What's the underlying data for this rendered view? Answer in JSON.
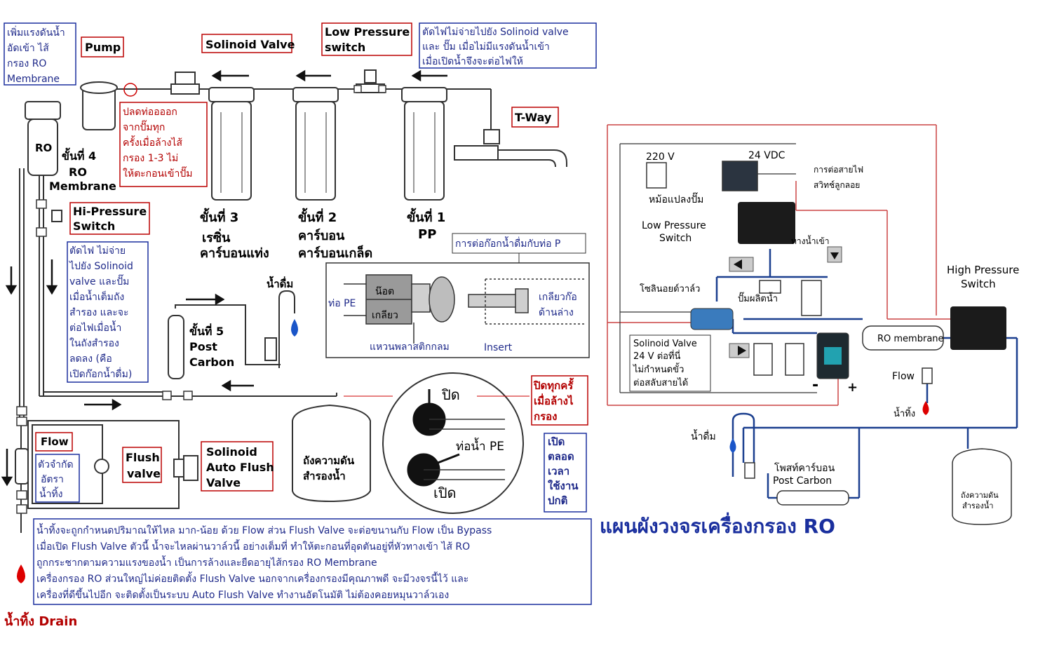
{
  "left_diagram": {
    "boost_note": [
      "เพิ่มแรงดันน้ำ",
      "อัดเข้า ไส้",
      "กรอง RO",
      "Membrane"
    ],
    "pump": "Pump",
    "solenoid_valve": "Solinoid Valve",
    "low_pressure_switch": [
      "Low Pressure",
      "switch"
    ],
    "lp_note": [
      "ตัดไฟไม่จ่ายไปยัง Solinoid valve",
      "และ ปั๊ม เมื่อไม่มีแรงดันน้ำเข้า",
      "เมื่อเปิดน้ำจึงจะต่อไฟให้"
    ],
    "tway": "T-Way",
    "pump_hose_note": [
      "ปลดท่ออออก",
      "จากปั๊มทุก",
      "ครั้งเมื่อล้างไส้",
      "กรอง 1-3 ไม่",
      "ให้ตะกอนเข้าปั๊ม"
    ],
    "ro_label": "RO",
    "stage4": [
      "ขั้นที่ 4",
      "RO",
      "Membrane"
    ],
    "stage3": [
      "ขั้นที่ 3",
      "เรซิ่น",
      "คาร์บอนแท่ง"
    ],
    "stage2": [
      "ขั้นที่ 2",
      "คาร์บอน",
      "คาร์บอนเกล็ด"
    ],
    "stage1": [
      "ขั้นที่ 1",
      "PP"
    ],
    "hi_pressure_switch": [
      "Hi-Pressure",
      "Switch"
    ],
    "hp_note": [
      "ตัดไฟ ไม่จ่าย",
      "ไปยัง Solinoid",
      "valve และปั๊ม",
      "เมื่อน้ำเต็มถัง",
      "สำรอง และจะ",
      "ต่อไฟเมื่อน้ำ",
      "ในถังสำรอง",
      "ลดลง (คือ",
      "เปิดก๊อกน้ำดื่ม)"
    ],
    "faucet_conn_title": "การต่อก๊อกน้ำดื่มกับท่อ P",
    "drinking_water": "น้ำดื่ม",
    "stage5": [
      "ขั้นที่ 5",
      "Post",
      "Carbon"
    ],
    "pe_pipe": "ท่อ PE",
    "nut": "น๊อต",
    "thread": "เกลียว",
    "faucet_thread": [
      "เกลียวก๊อ",
      "ด้านล่าง"
    ],
    "plastic_ring": "แหวนพลาสติกกลม",
    "insert": "Insert",
    "flow": "Flow",
    "flow_note": [
      "ตัวจำกัด",
      "อัตรา",
      "น้ำทิ้ง"
    ],
    "flush_valve": [
      "Flush",
      "valve"
    ],
    "auto_flush": [
      "Solinoid",
      "Auto Flush",
      "Valve"
    ],
    "tank": [
      "ถังความดัน",
      "สำรองน้ำ"
    ],
    "close": "ปิด",
    "open": "เปิด",
    "pe_pipe_water": "ท่อน้ำ PE",
    "close_note": [
      "ปิดทุกครั้",
      "เมื่อล้างไ",
      "กรอง"
    ],
    "open_note": [
      "เปิด",
      "ตลอด",
      "เวลา",
      "ใช้งาน",
      "ปกติ"
    ],
    "bottom_note": [
      "น้ำทิ้งจะถูกกำหนดปริมาณให้ไหล มาก-น้อย ด้วย Flow ส่วน Flush Valve จะต่อขนานกับ Flow เป็น Bypass",
      "เมื่อเปิด Flush Valve ตัวนี้ น้ำจะไหลผ่านวาล์วนี้ อย่างเต็มที่  ทำให้ตะกอนที่อุดตันอยู่ที่หัวทางเข้า ไส้ RO",
      "ถูกกระชากตามความแรงของน้ำ เป็นการล้างและยืดอายุไส้กรอง RO Membrane",
      "เครื่องกรอง RO ส่วนใหญ่ไม่ค่อยติดตั้ง Flush Valve  นอกจากเครื่องกรองมีคุณภาพดี จะมีวงจรนี้ไว้ และ",
      "เครื่องที่ดีขึ้นไปอีก จะติดตั้งเป็นระบบ Auto Flush Valve ทำงานอัตโนมัติ ไม่ต้องคอยหมุนวาล์วเอง"
    ],
    "drain": "น้ำทิ้ง Drain"
  },
  "right_diagram": {
    "v220": "220 V",
    "v24": "24 VDC",
    "adapter": "หม้อแปลงปั๊ม",
    "float_wiring": [
      "การต่อสายไฟ",
      "สวิทช์ลูกลอย"
    ],
    "low_pressure": [
      "Low Pressure",
      "Switch"
    ],
    "water_in": "ทางน้ำเข้า",
    "high_pressure": [
      "High Pressure",
      "Switch"
    ],
    "solenoid_th": "โซลินอยด์วาล์ว",
    "pump_th": "ปั๊มผลิตน้ำ",
    "solenoid_note": [
      "Solinoid Valve",
      "24 V ต่อที่นี่",
      "ไม่กำหนดขั้ว",
      "ต่อสลับสายได้"
    ],
    "ro_membrane": "RO membrane",
    "flow": "Flow",
    "drain": "น้ำทิ้ง",
    "drinking": "น้ำดื่ม",
    "post_carbon": [
      "โพสท์คาร์บอน",
      "Post Carbon"
    ],
    "tank": [
      "ถังความดัน",
      "สำรองน้ำ"
    ],
    "minus": "-",
    "plus": "+",
    "title": "แผนผังวงจรเครื่องกรอง RO"
  }
}
